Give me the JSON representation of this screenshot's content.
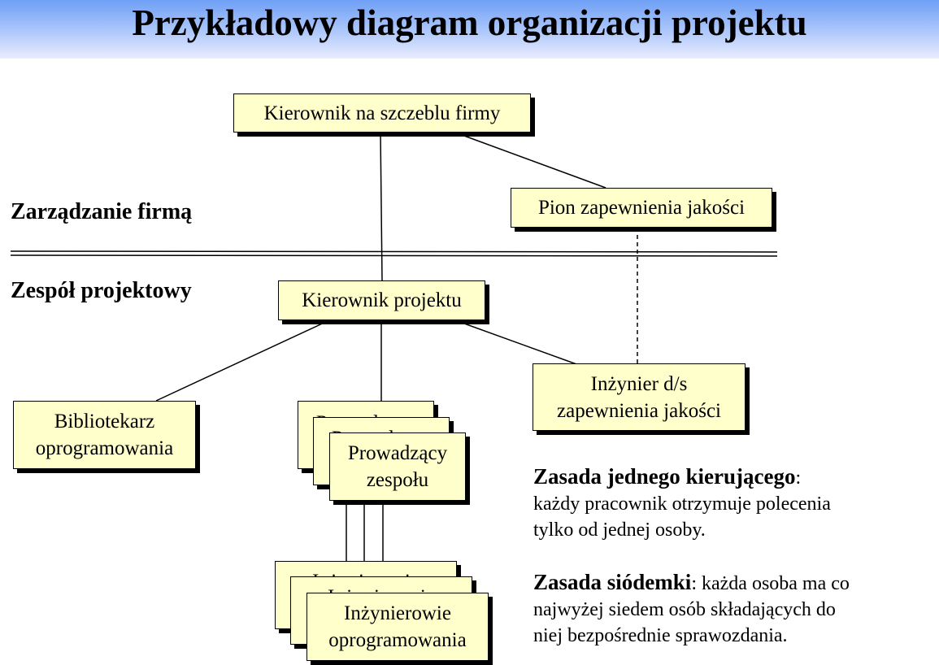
{
  "title": "Przykładowy diagram organizacji projektu",
  "sections": {
    "company": "Zarządzanie firmą",
    "project": "Zespół projektowy"
  },
  "nodes": {
    "company_manager": "Kierownik na szczeblu firmy",
    "qa_division": "Pion zapewnienia jakości",
    "project_manager": "Kierownik projektu",
    "qa_engineer_line1": "Inżynier d/s",
    "qa_engineer_line2": "zapewnienia jakości",
    "librarian_line1": "Bibliotekarz",
    "librarian_line2": "oprogramowania",
    "team_lead_line1": "Prowadzący",
    "team_lead_line2": "zespołu",
    "engineers_line1": "Inżynierowie",
    "engineers_line2": "oprogramowania"
  },
  "rules": [
    {
      "heading": "Zasada jednego kierującego",
      "sep": ":",
      "line1": "każdy pracownik otrzymuje polecenia",
      "line2": "tylko od jednej osoby."
    },
    {
      "heading": "Zasada siódemki",
      "sep": ":",
      "line1_rest": "każda osoba ma co",
      "line2": "najwyżej siedem osób składających do",
      "line3": "niej bezpośrednie sprawozdania."
    }
  ],
  "colors": {
    "node_fill": "#ffffcc",
    "title_gradient_top": "#6f9ff5",
    "title_gradient_bottom": "#e9ecfe"
  }
}
